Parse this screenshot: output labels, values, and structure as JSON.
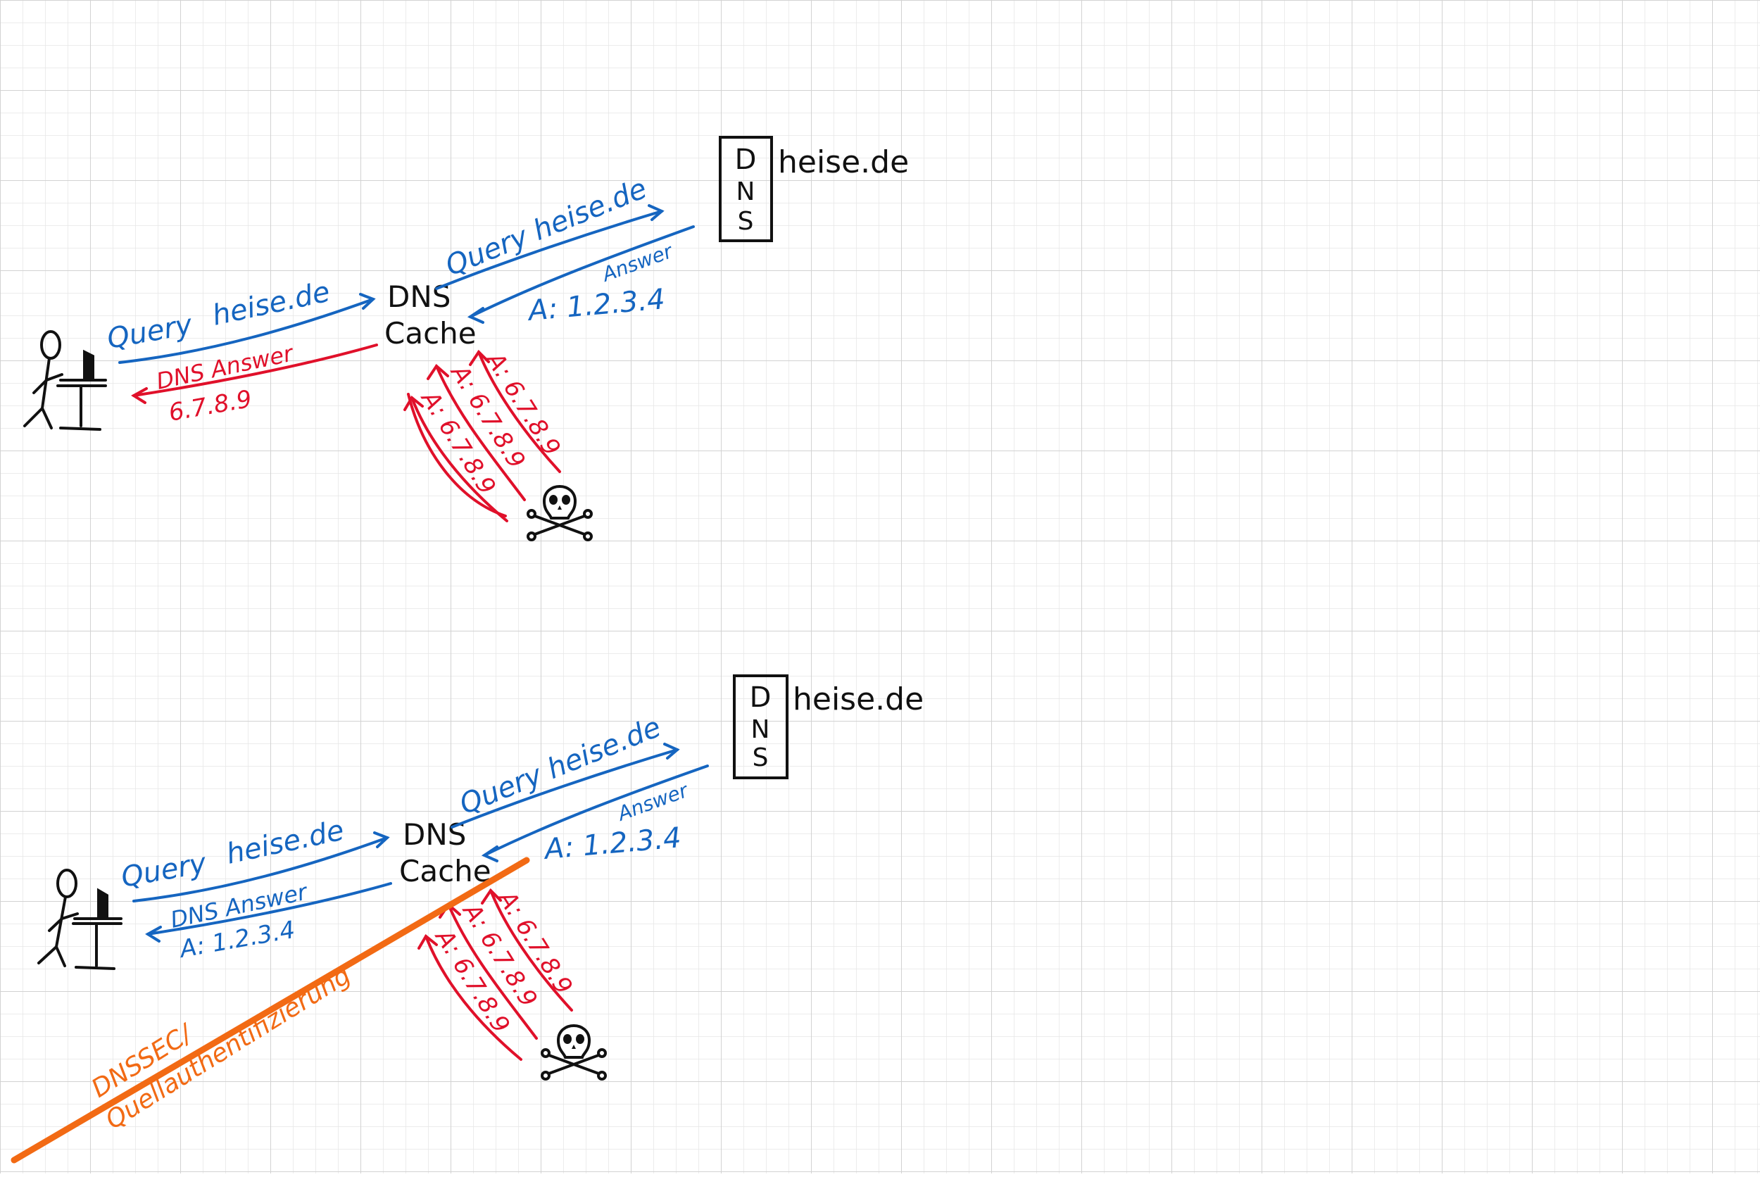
{
  "colors": {
    "grid_minor": "#e6e6e6",
    "grid_major": "#d2d2d2",
    "ink_black": "#111111",
    "ink_blue": "#1565c0",
    "ink_red": "#e0102a",
    "ink_orange": "#f26a14"
  },
  "scenario_top": {
    "server_box": {
      "letters": [
        "D",
        "N",
        "S"
      ],
      "domain": "heise.de"
    },
    "cache": {
      "line1": "DNS",
      "line2": "Cache"
    },
    "client_query": {
      "word1": "Query",
      "word2": "heise.de"
    },
    "client_answer": {
      "label": "DNS Answer",
      "value": "6.7.8.9"
    },
    "upstream_query": "Query heise.de",
    "upstream_answer": {
      "label": "Answer",
      "value": "A: 1.2.3.4"
    },
    "spoofed_answers": [
      "A: 6.7.8.9",
      "A: 6.7.8.9",
      "A: 6.7.8.9"
    ],
    "attacker_icon": "skull-and-crossbones-icon"
  },
  "scenario_bottom": {
    "server_box": {
      "letters": [
        "D",
        "N",
        "S"
      ],
      "domain": "heise.de"
    },
    "cache": {
      "line1": "DNS",
      "line2": "Cache"
    },
    "client_query": {
      "word1": "Query",
      "word2": "heise.de"
    },
    "client_answer": {
      "label": "DNS Answer",
      "value": "A: 1.2.3.4"
    },
    "upstream_query": "Query heise.de",
    "upstream_answer": {
      "label": "Answer",
      "value": "A: 1.2.3.4"
    },
    "spoofed_answers": [
      "A: 6.7.8.9",
      "A: 6.7.8.9",
      "A: 6.7.8.9"
    ],
    "attacker_icon": "skull-and-crossbones-icon",
    "barrier": {
      "line1": "DNSSEC/",
      "line2": "Quellauthentifizierung"
    }
  }
}
